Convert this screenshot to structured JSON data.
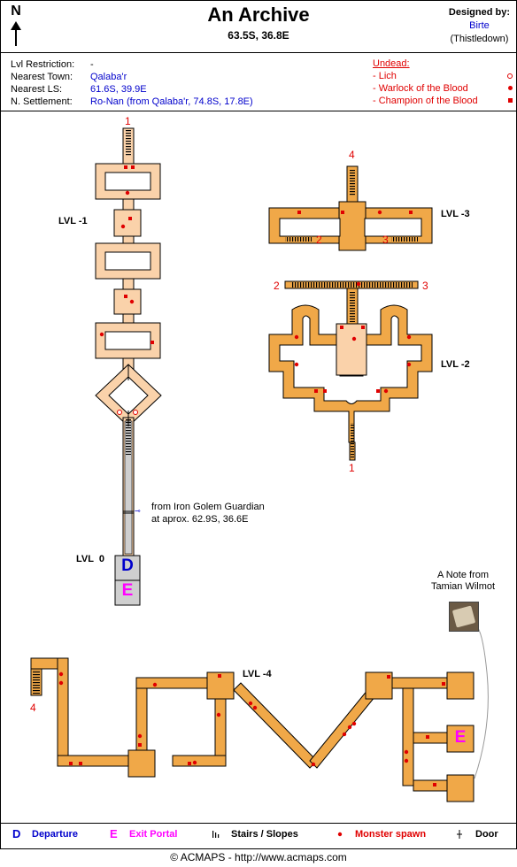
{
  "header": {
    "title": "An Archive",
    "coords": "63.5S, 36.8E",
    "designed_label": "Designed by:",
    "designer": "Birte",
    "server": "(Thistledown)",
    "north": "N"
  },
  "info": [
    {
      "label": "Lvl Restriction:",
      "value": "-"
    },
    {
      "label": "Nearest Town:",
      "value": "Qalaba'r"
    },
    {
      "label": "Nearest LS:",
      "value": "61.6S, 39.9E"
    },
    {
      "label": "N. Settlement:",
      "value": "Ro-Nan (from Qalaba'r, 74.8S, 17.8E)"
    }
  ],
  "undead": {
    "heading": "Undead:",
    "items": [
      "- Lich",
      "- Warlock of the Blood",
      "- Champion of the Blood"
    ]
  },
  "levels": {
    "lvl_m1": "LVL -1",
    "lvl_m2": "LVL -2",
    "lvl_m3": "LVL -3",
    "lvl_m4": "LVL -4",
    "lvl_0": "LVL  0"
  },
  "markers": {
    "one": "1",
    "two": "2",
    "three": "3",
    "four": "4",
    "departure": "D",
    "exit": "E"
  },
  "annotation": {
    "line1": "from Iron Golem Guardian",
    "line2": "at aprox. 62.9S, 36.6E"
  },
  "note": {
    "line1": "A Note from",
    "line2": "Tamian Wilmot"
  },
  "legend": {
    "d_symbol": "D",
    "d_label": "Departure",
    "e_symbol": "E",
    "e_label": "Exit Portal",
    "stairs_label": "Stairs / Slopes",
    "spawn_label": "Monster spawn",
    "door_label": "Door"
  },
  "footer": "© ACMAPS - http://www.acmaps.com",
  "colors": {
    "corridor": "#f0a848",
    "corridor_light": "#fad2aa",
    "accent_red": "#e00000",
    "link_blue": "#0000cc",
    "exit_magenta": "#ff00ff",
    "grey_path": "#cfcfcf"
  }
}
